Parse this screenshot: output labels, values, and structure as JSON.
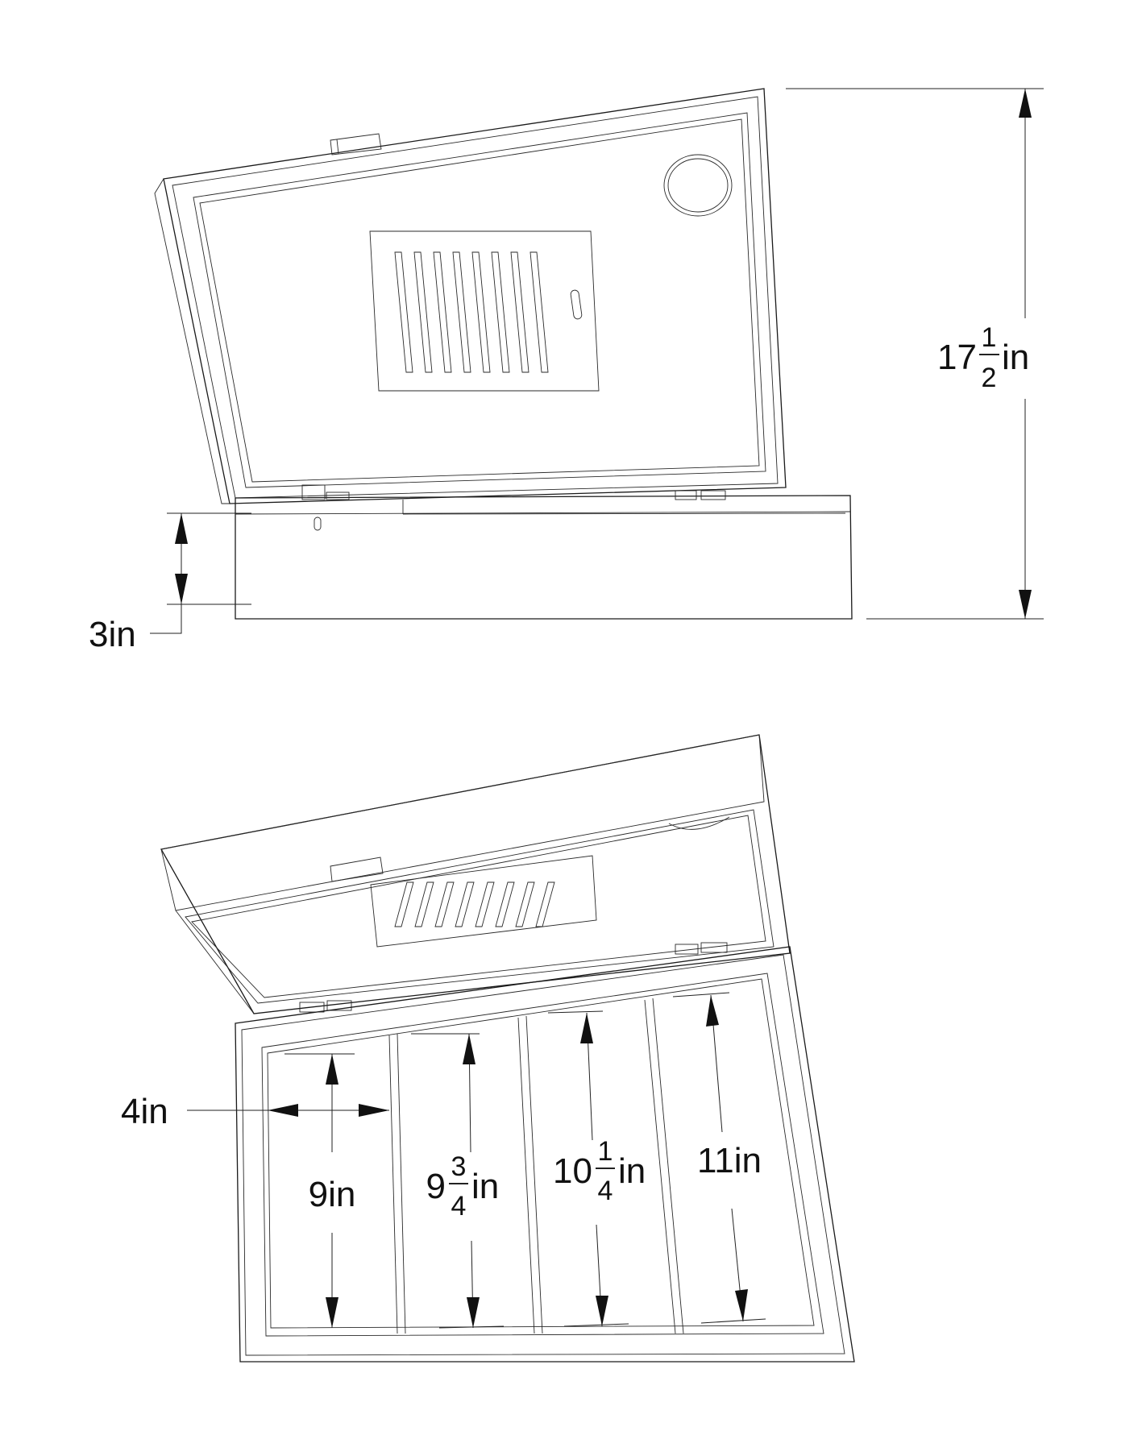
{
  "dimensions": {
    "overall_height": {
      "whole": "17",
      "numerator": "1",
      "denominator": "2",
      "unit": "in"
    },
    "base_height": {
      "text": "3in"
    },
    "compartment_width": {
      "text": "4in"
    },
    "compartment_1": {
      "text": "9in"
    },
    "compartment_2": {
      "whole": "9",
      "numerator": "3",
      "denominator": "4",
      "unit": "in"
    },
    "compartment_3": {
      "whole": "10",
      "numerator": "1",
      "denominator": "4",
      "unit": "in"
    },
    "compartment_4": {
      "text": "11in"
    }
  },
  "colors": {
    "line": "#1a1a1a",
    "background": "#ffffff"
  },
  "icons": [
    "vent-slots",
    "round-hygrometer",
    "lid-latch"
  ]
}
